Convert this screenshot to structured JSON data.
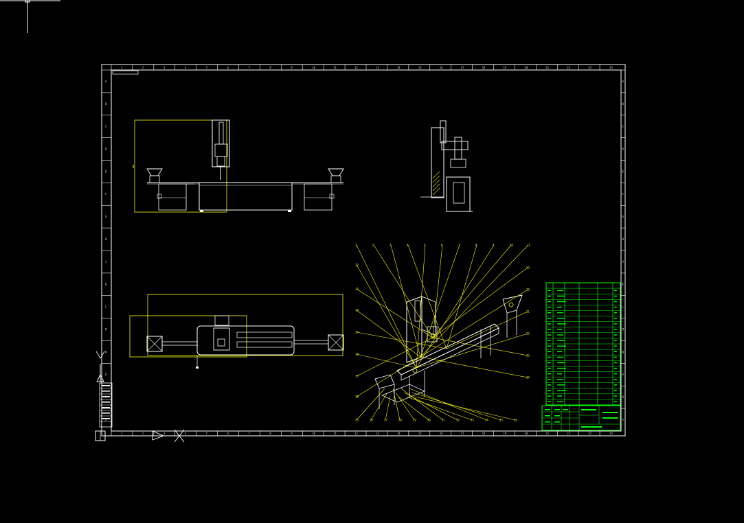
{
  "app": {
    "background": "#000000",
    "crosshair_color": "#ffffff"
  },
  "sheet": {
    "border_color": "#ffffff",
    "top_ticks": [
      "1",
      "2",
      "3",
      "4",
      "5",
      "6",
      "7",
      "8",
      "9",
      "10",
      "11",
      "12",
      "13",
      "14",
      "15",
      "16",
      "17",
      "18",
      "19",
      "20",
      "21",
      "22",
      "23",
      "24"
    ],
    "side_ticks": [
      "A",
      "B",
      "C",
      "D",
      "E",
      "F",
      "G",
      "H",
      "J",
      "K",
      "L",
      "M",
      "N",
      "P",
      "R",
      "S"
    ],
    "bottom_ticks": [
      "1",
      "2",
      "3",
      "4",
      "5",
      "6",
      "7",
      "8",
      "9",
      "10",
      "11",
      "12",
      "13",
      "14",
      "15",
      "16",
      "17",
      "18",
      "19",
      "20",
      "21",
      "22",
      "23",
      "24"
    ]
  },
  "colors": {
    "linework": "#ffffff",
    "dimension": "#ffff00",
    "title_block": "#00ff00",
    "hatch": "#ffff00"
  },
  "icons": {
    "ucs": "ucs-icon",
    "compass": "compass-icon",
    "crosshair": "crosshair-icon"
  },
  "balloons": {
    "top": [
      "1",
      "2",
      "3",
      "4",
      "5",
      "6",
      "7",
      "8",
      "9",
      "10",
      "11"
    ],
    "left": [
      "12",
      "13",
      "14",
      "15",
      "16",
      "17",
      "18"
    ],
    "right": [
      "19",
      "20",
      "21",
      "22",
      "23",
      "24"
    ],
    "bottom": [
      "25",
      "26",
      "27",
      "28",
      "29",
      "30",
      "31",
      "32",
      "33",
      "34",
      "35",
      "36"
    ]
  },
  "bom": {
    "rows": 22
  }
}
